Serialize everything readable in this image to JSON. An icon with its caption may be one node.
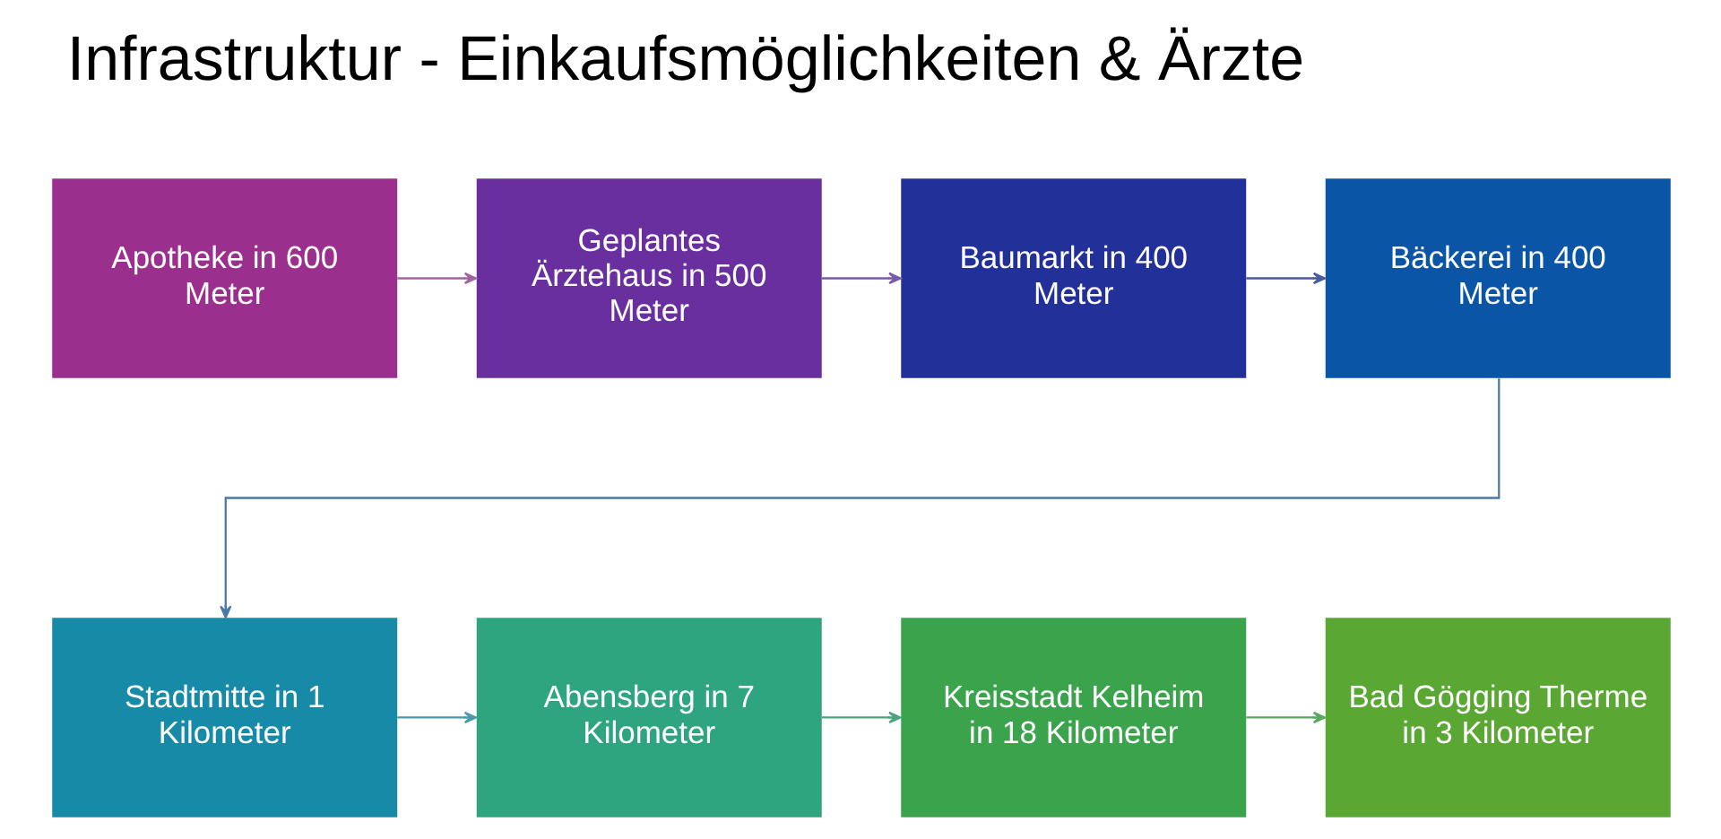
{
  "diagram": {
    "title": "Infrastruktur - Einkaufsmöglichkeiten & Ärzte",
    "nodes": [
      {
        "text": [
          "Apotheke in 600 Meter"
        ]
      },
      {
        "text": [
          "Geplantes Ärztehaus in 500 Meter"
        ]
      },
      {
        "text": [
          "Baumarkt in 400 Meter"
        ]
      },
      {
        "text": [
          "Bäckerei in 400 Meter"
        ]
      },
      {
        "text": [
          "Stadtmitte in 1 Kilometer"
        ]
      },
      {
        "text": [
          "Abensberg in 7 Kilometer"
        ]
      },
      {
        "text": [
          "Kreisstadt Kelheim in 18 Kilometer"
        ]
      },
      {
        "text": [
          "Bad Gögging Therme in 3 Kilometer"
        ]
      }
    ],
    "edges": [
      {
        "from": 0,
        "to": 1,
        "arrow": "to",
        "color": "#a064a0"
      },
      {
        "from": 1,
        "to": 2,
        "arrow": "to",
        "color": "#7a5aa8"
      },
      {
        "from": 2,
        "to": 3,
        "arrow": "to",
        "color": "#4a5aa0"
      },
      {
        "from": 3,
        "to": 4,
        "arrow": "to",
        "color": "#4a78a8"
      },
      {
        "from": 4,
        "to": 5,
        "arrow": "to",
        "color": "#4a9aaa"
      },
      {
        "from": 5,
        "to": 6,
        "arrow": "to",
        "color": "#4aa57e"
      },
      {
        "from": 6,
        "to": 7,
        "arrow": "to",
        "color": "#5aa860"
      }
    ]
  }
}
